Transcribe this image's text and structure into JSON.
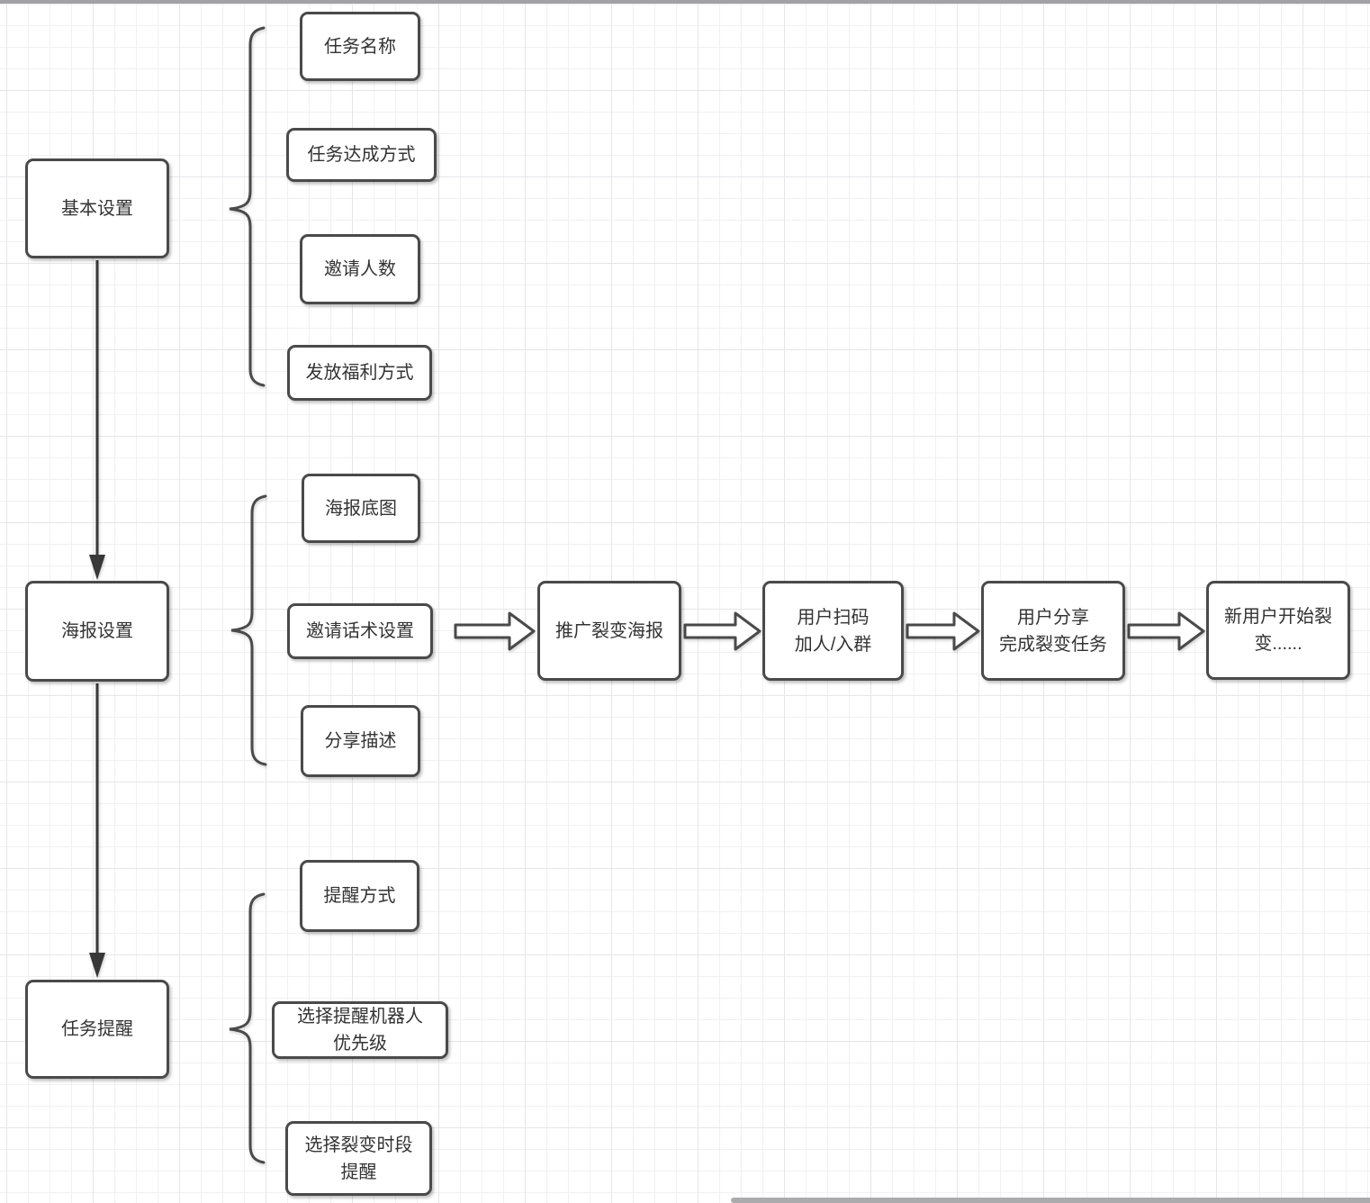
{
  "flowchart": {
    "stages": [
      {
        "label": "基本设置",
        "items": [
          "任务名称",
          "任务达成方式",
          "邀请人数",
          "发放福利方式"
        ]
      },
      {
        "label": "海报设置",
        "items": [
          "海报底图",
          "邀请话术设置",
          "分享描述"
        ]
      },
      {
        "label": "任务提醒",
        "items": [
          "提醒方式",
          "选择提醒机器人\n优先级",
          "选择裂变时段\n提醒"
        ]
      }
    ],
    "flow_sequence": [
      "推广裂变海报",
      "用户扫码\n加人/入群",
      "用户分享\n完成裂变任务",
      "新用户开始裂\n变......"
    ]
  },
  "colors": {
    "box_border": "#4a4a4a",
    "box_fill": "#ffffff",
    "text": "#333333",
    "grid_minor": "#f1f1f3",
    "grid_major": "#e6e6e9",
    "canvas_bg": "#ffffff",
    "edge_bar": "#a6a6a8"
  }
}
